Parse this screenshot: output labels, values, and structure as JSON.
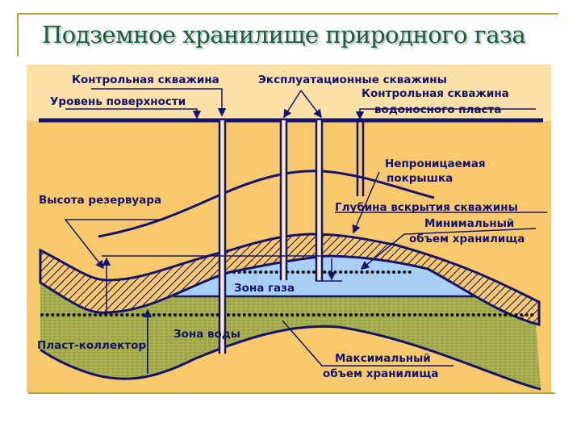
{
  "title": "Подземное хранилище природного газа",
  "labels": {
    "control_well": "Контрольная скважина",
    "production_wells": "Эксплуатационные скважины",
    "aquifer_control_well_1": "Контрольная скважина",
    "aquifer_control_well_2": "водоносного пласта",
    "surface_level": "Уровень поверхности",
    "caprock_1": "Непроницаемая",
    "caprock_2": "покрышка",
    "reservoir_height": "Высота резервуара",
    "well_penetration_depth": "Глубина вскрытия скважины",
    "min_volume_1": "Минимальный",
    "min_volume_2": "объем хранилища",
    "gas_zone": "Зона газа",
    "water_zone": "Зона воды",
    "reservoir_layer": "Пласт-коллектор",
    "max_volume_1": "Максимальный",
    "max_volume_2": "объем хранилища"
  },
  "colors": {
    "title": "#1c5a3c",
    "line": "#14146e",
    "ground": "#f8c86c",
    "sky": "#fbe0a8",
    "gas": "#a8d0f4",
    "water": "#a8b050",
    "frame": "#b8a030"
  }
}
